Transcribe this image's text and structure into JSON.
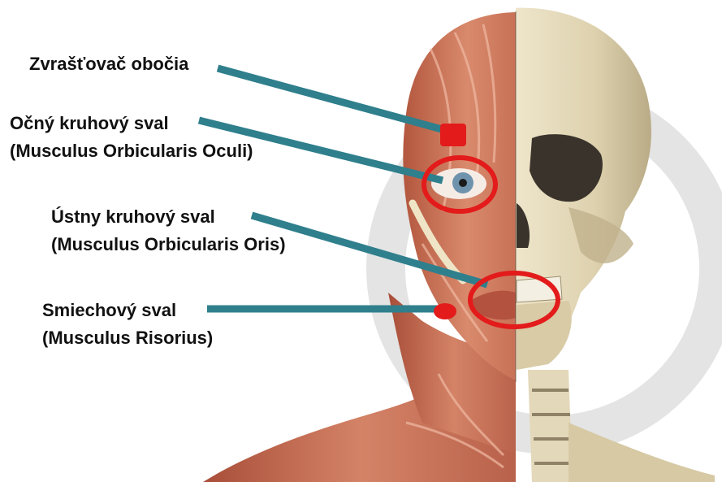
{
  "labels": {
    "corrugator": {
      "line1": "Zvrašťovač obočia"
    },
    "orbicularis_oculi": {
      "line1": "Očný kruhový sval",
      "line2": "(Musculus Orbicularis Oculi)"
    },
    "orbicularis_oris": {
      "line1": "Ústny kruhový sval",
      "line2": "(Musculus Orbicularis Oris)"
    },
    "risorius": {
      "line1": "Smiechový sval",
      "line2": "(Musculus Risorius)"
    }
  },
  "colors": {
    "pointer": "#2f7f8c",
    "marker": "#e31b1b",
    "muscle": "#c9745a",
    "bone": "#ddd2b4",
    "text": "#111111"
  },
  "icons": {
    "corrugator_marker": "red-square",
    "oculi_marker": "red-ellipse-outline",
    "oris_marker": "red-ellipse-outline",
    "risorius_marker": "red-dot"
  }
}
